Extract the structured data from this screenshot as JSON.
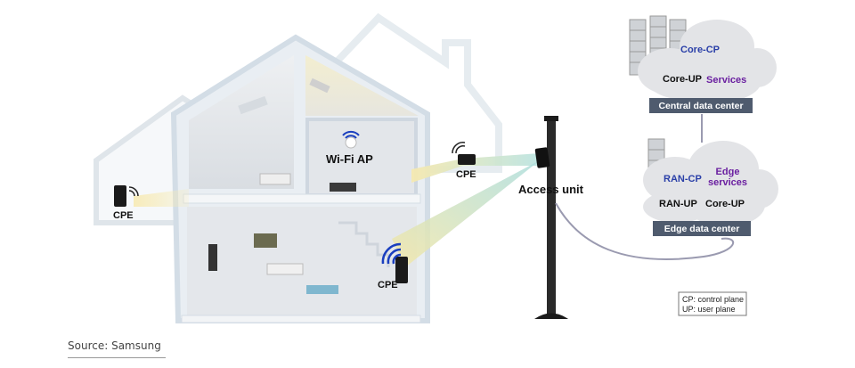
{
  "labels": {
    "cpe_left": "CPE",
    "wifi_ap": "Wi-Fi AP",
    "cpe_upper": "CPE",
    "cpe_lower": "CPE",
    "access_unit": "Access unit",
    "core_cp": "Core-CP",
    "core_up_central": "Core-UP",
    "services": "Services",
    "central_dc": "Central data center",
    "ran_cp": "RAN-CP",
    "edge_services_1": "Edge",
    "edge_services_2": "services",
    "ran_up": "RAN-UP",
    "core_up_edge": "Core-UP",
    "edge_dc": "Edge data center"
  },
  "legend": {
    "cp": "CP: control plane",
    "up": "UP: user plane"
  },
  "source": "Source: Samsung",
  "colors": {
    "box_fill": "#4f5b6e",
    "cloud_fill": "#e4e5e8",
    "beam": "#f3e6a6",
    "beam_teal": "#9fd8d8",
    "wifi_blue": "#1a3fbf"
  }
}
